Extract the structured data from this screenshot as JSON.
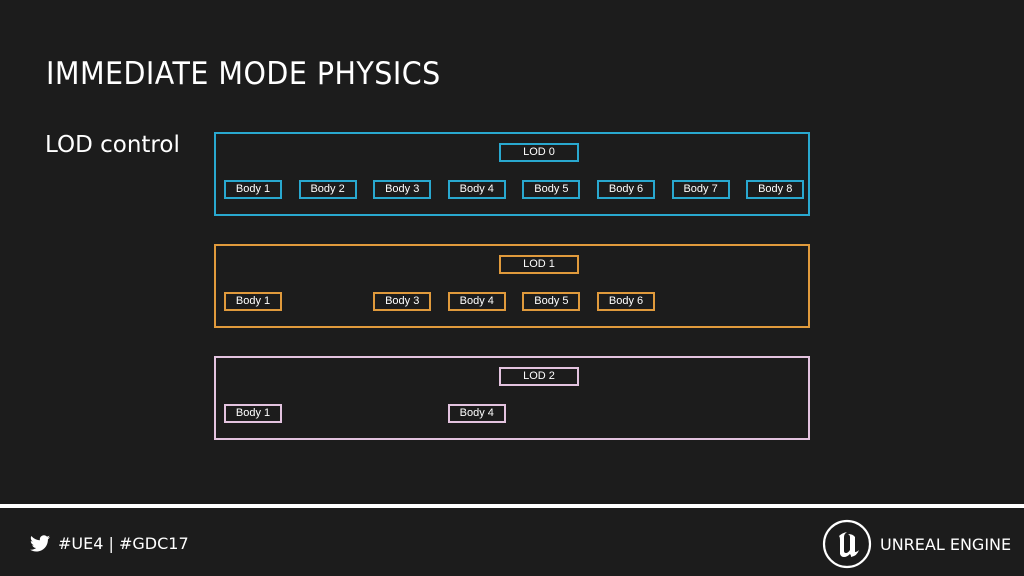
{
  "slide": {
    "title": "IMMEDIATE MODE PHYSICS",
    "subtitle": "LOD control"
  },
  "lods": [
    {
      "label": "LOD 0",
      "color": "#29a8cf",
      "bodies": [
        {
          "label": "Body 1",
          "slot": 0
        },
        {
          "label": "Body 2",
          "slot": 1
        },
        {
          "label": "Body 3",
          "slot": 2
        },
        {
          "label": "Body 4",
          "slot": 3
        },
        {
          "label": "Body 5",
          "slot": 4
        },
        {
          "label": "Body 6",
          "slot": 5
        },
        {
          "label": "Body 7",
          "slot": 6
        },
        {
          "label": "Body 8",
          "slot": 7
        }
      ]
    },
    {
      "label": "LOD 1",
      "color": "#e09a3c",
      "bodies": [
        {
          "label": "Body 1",
          "slot": 0
        },
        {
          "label": "Body 3",
          "slot": 2
        },
        {
          "label": "Body 4",
          "slot": 3
        },
        {
          "label": "Body 5",
          "slot": 4
        },
        {
          "label": "Body 6",
          "slot": 5
        }
      ]
    },
    {
      "label": "LOD 2",
      "color": "#e3c3df",
      "bodies": [
        {
          "label": "Body 1",
          "slot": 0
        },
        {
          "label": "Body 4",
          "slot": 3
        }
      ]
    }
  ],
  "footer": {
    "hashtags": "#UE4 | #GDC17",
    "twitter_icon": "twitter-bird-icon",
    "brand_icon": "unreal-engine-logo",
    "brand": "UNREAL ENGINE"
  }
}
